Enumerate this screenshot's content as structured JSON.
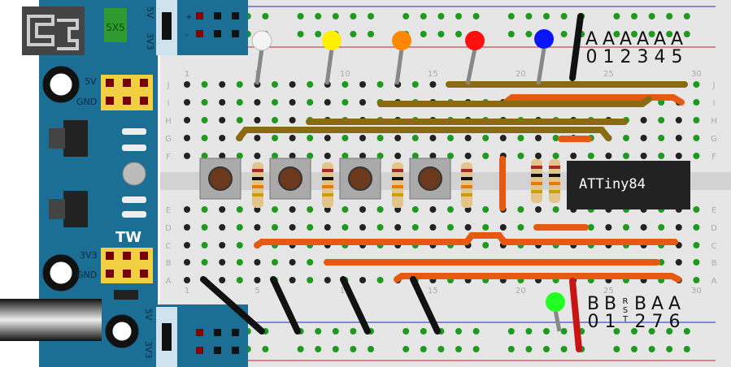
{
  "power_module": {
    "top_label_5v": "5V",
    "top_label_3v3": "3V3",
    "chip_label": "5X5",
    "rail1_5v": "5V",
    "rail1_gnd": "GND",
    "logo": "TW",
    "rail2_3v3": "3V3",
    "rail2_gnd": "GND",
    "bottom_label_5v": "5V",
    "bottom_label_3v3": "3V3",
    "plus": "+",
    "minus": "-"
  },
  "breadboard": {
    "rows_top": [
      "J",
      "I",
      "H",
      "G",
      "F"
    ],
    "rows_bottom": [
      "E",
      "D",
      "C",
      "B",
      "A"
    ],
    "column_numbers": [
      "1",
      "5",
      "10",
      "15",
      "20",
      "25",
      "30"
    ]
  },
  "ic": {
    "label": "ATTiny84"
  },
  "pin_labels_top": [
    "A0",
    "A1",
    "A2",
    "A3",
    "A4",
    "A5"
  ],
  "pin_labels_bottom": [
    "B0",
    "B1",
    "RST",
    "B2",
    "A7",
    "A6"
  ],
  "colors": {
    "board_blue": "#1b6e94",
    "wire_brown": "#8a6a12",
    "wire_orange": "#e55a10",
    "wire_black": "#111111",
    "wire_red": "#c81414",
    "hole_green": "#1f9a1f"
  }
}
